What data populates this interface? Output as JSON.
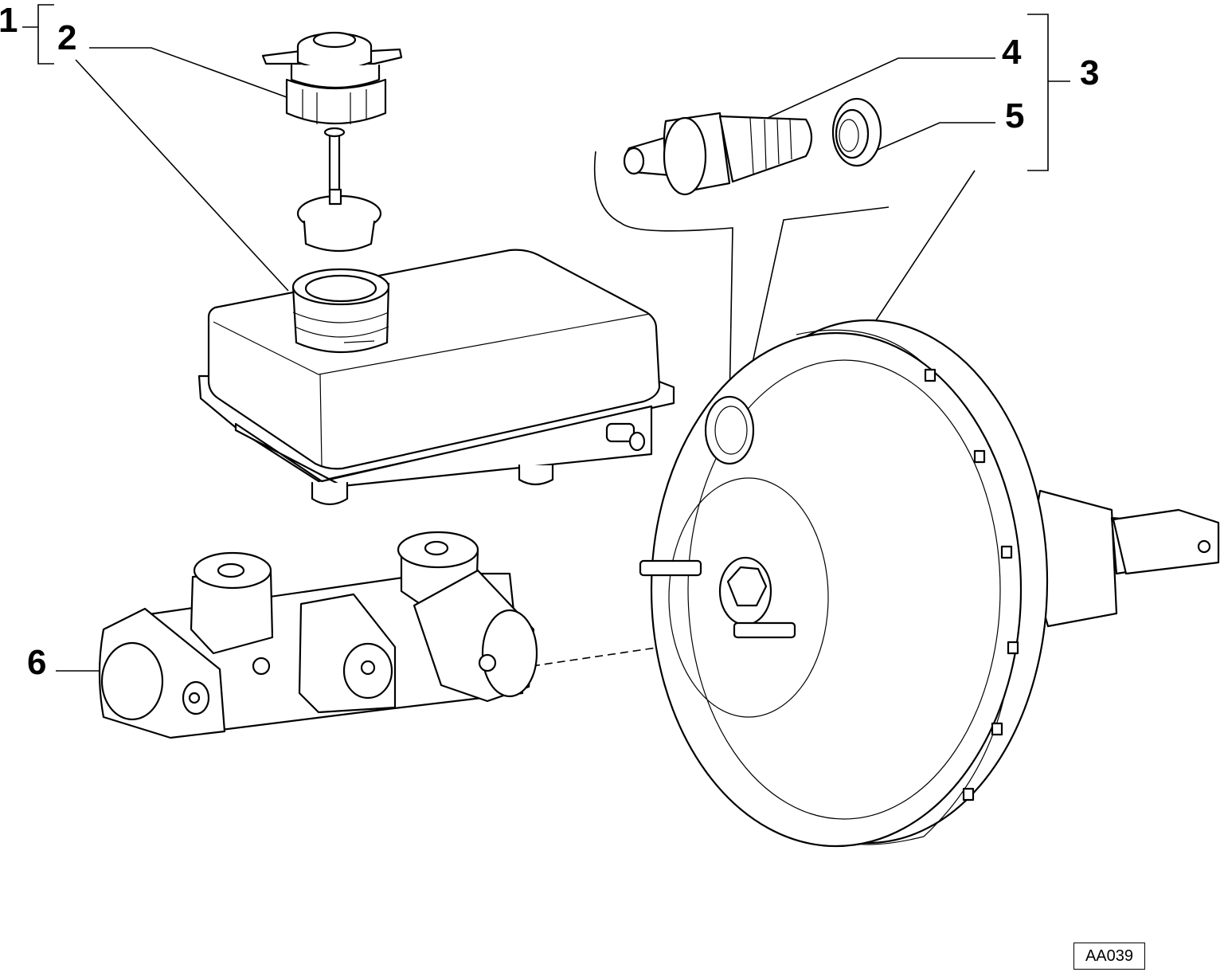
{
  "callouts": [
    {
      "id": "1",
      "label": "1"
    },
    {
      "id": "2",
      "label": "2"
    },
    {
      "id": "3",
      "label": "3"
    },
    {
      "id": "4",
      "label": "4"
    },
    {
      "id": "5",
      "label": "5"
    },
    {
      "id": "6",
      "label": "6"
    }
  ],
  "drawing_code": "AA039"
}
